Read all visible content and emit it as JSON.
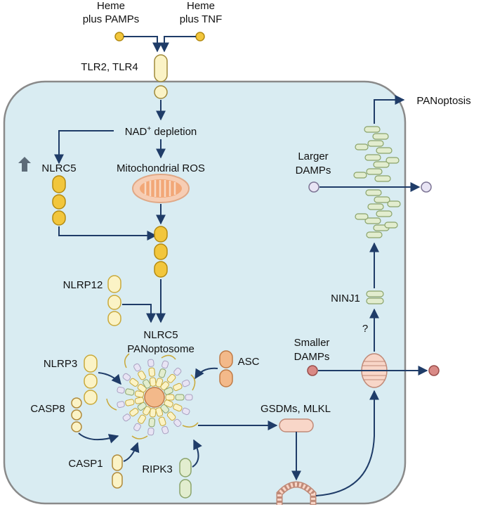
{
  "labels": {
    "heme_pamps": [
      "Heme",
      "plus PAMPs"
    ],
    "heme_tnf": [
      "Heme",
      "plus TNF"
    ],
    "tlr": "TLR2, TLR4",
    "nad_main": "NAD",
    "nad_sup": "+",
    "nad_rest": " depletion",
    "nlrc5": "NLRC5",
    "mito_ros": "Mitochondrial ROS",
    "nlrp12": "NLRP12",
    "panoptosome": [
      "NLRC5",
      "PANoptosome"
    ],
    "nlrp3": "NLRP3",
    "asc": "ASC",
    "casp8": "CASP8",
    "casp1": "CASP1",
    "ripk3": "RIPK3",
    "gsdms_mlkl": "GSDMs, MLKL",
    "ninj1": "NINJ1",
    "question": "?",
    "smaller_damps": [
      "Smaller",
      "DAMPs"
    ],
    "larger_damps": [
      "Larger",
      "DAMPs"
    ],
    "panoptosis": "PANoptosis"
  },
  "colors": {
    "cell_fill": "#d9ecf2",
    "cell_stroke": "#8a8a8a",
    "arrow": "#1f3c68",
    "yellow_fill": "#f2c63c",
    "yellow_stroke": "#b38a10",
    "pale_yellow_fill": "#fbf3c6",
    "pale_yellow_stroke": "#c9a93a",
    "orange_fill": "#f3b98a",
    "orange_stroke": "#c07a45",
    "green_fill": "#e2edcf",
    "green_stroke": "#8aa36a",
    "pink_fill": "#f8d6c8",
    "pink_stroke": "#c08a78",
    "lavender_fill": "#e8e4f4",
    "lavender_stroke": "#7c7494",
    "red_dot_fill": "#d98a86",
    "red_dot_stroke": "#9a4d4a",
    "up_arrow": "#5d6b78"
  },
  "icons": [
    "up-arrow-icon",
    "mitochondrion-icon",
    "pore-icon",
    "ninj1-filament-icon",
    "panoptosome-complex-icon"
  ]
}
